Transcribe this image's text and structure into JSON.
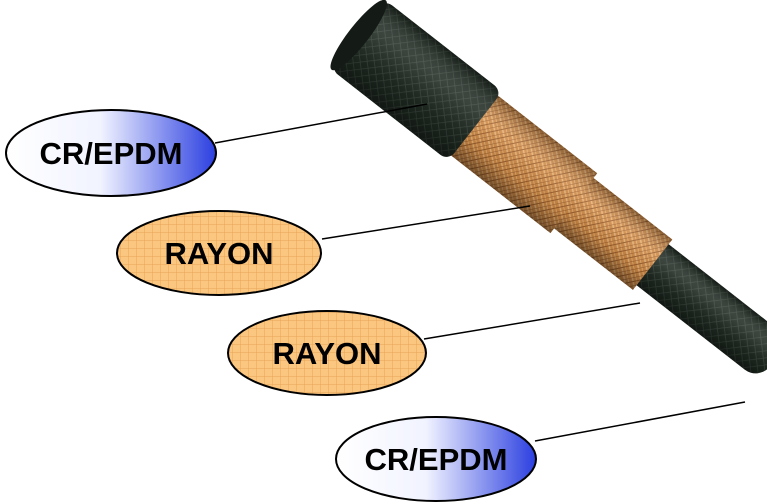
{
  "labels": [
    {
      "id": "outer-cover-top",
      "text": "CR/EPDM",
      "style": "blue-gradient"
    },
    {
      "id": "reinforcement-upper",
      "text": "RAYON",
      "style": "orange-grid"
    },
    {
      "id": "reinforcement-lower",
      "text": "RAYON",
      "style": "orange-grid"
    },
    {
      "id": "inner-tube-bottom",
      "text": "CR/EPDM",
      "style": "blue-gradient"
    }
  ],
  "colors": {
    "blue_light": "#ffffff",
    "blue_dark": "#2b3fe0",
    "orange_fill": "#fbc67f",
    "orange_grid": "#e7a55a",
    "rubber": "#1c251e",
    "braid": "#c98545",
    "leader_line": "#000000"
  }
}
